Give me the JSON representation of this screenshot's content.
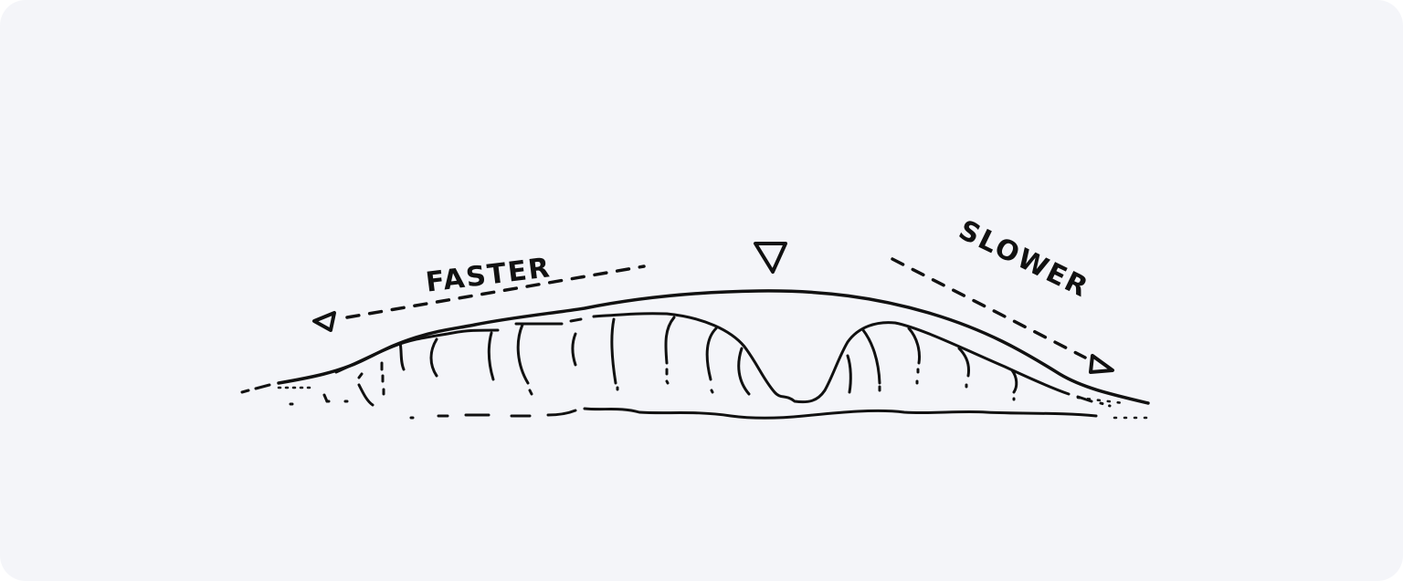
{
  "diagram": {
    "title": "",
    "labels": {
      "left": "FASTER",
      "right": "SLOWER"
    },
    "markers": {
      "peak": "down-triangle",
      "left_arrow": "left-triangle",
      "right_arrow": "right-triangle"
    },
    "colors": {
      "background": "#f4f5f9",
      "ink": "#111111"
    }
  }
}
